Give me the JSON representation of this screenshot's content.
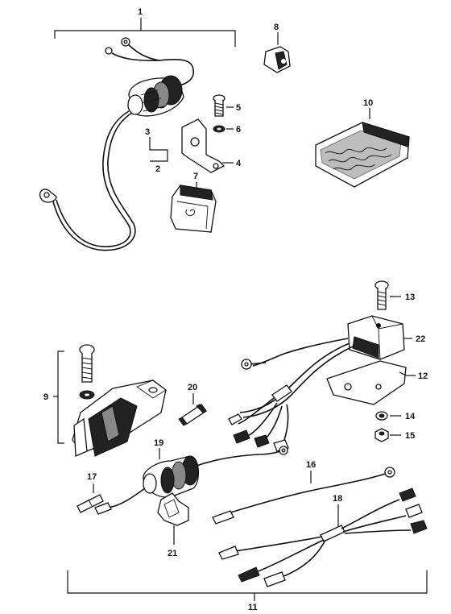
{
  "labels": {
    "p1": "1",
    "p2": "2",
    "p3": "3",
    "p4": "4",
    "p5": "5",
    "p6": "6",
    "p7": "7",
    "p8": "8",
    "p9": "9",
    "p10": "10",
    "p11": "11",
    "p12": "12",
    "p13": "13",
    "p14": "14",
    "p15": "15",
    "p16": "16",
    "p17": "17",
    "p18": "18",
    "p19": "19",
    "p20": "20",
    "p21": "21",
    "p22": "22"
  }
}
